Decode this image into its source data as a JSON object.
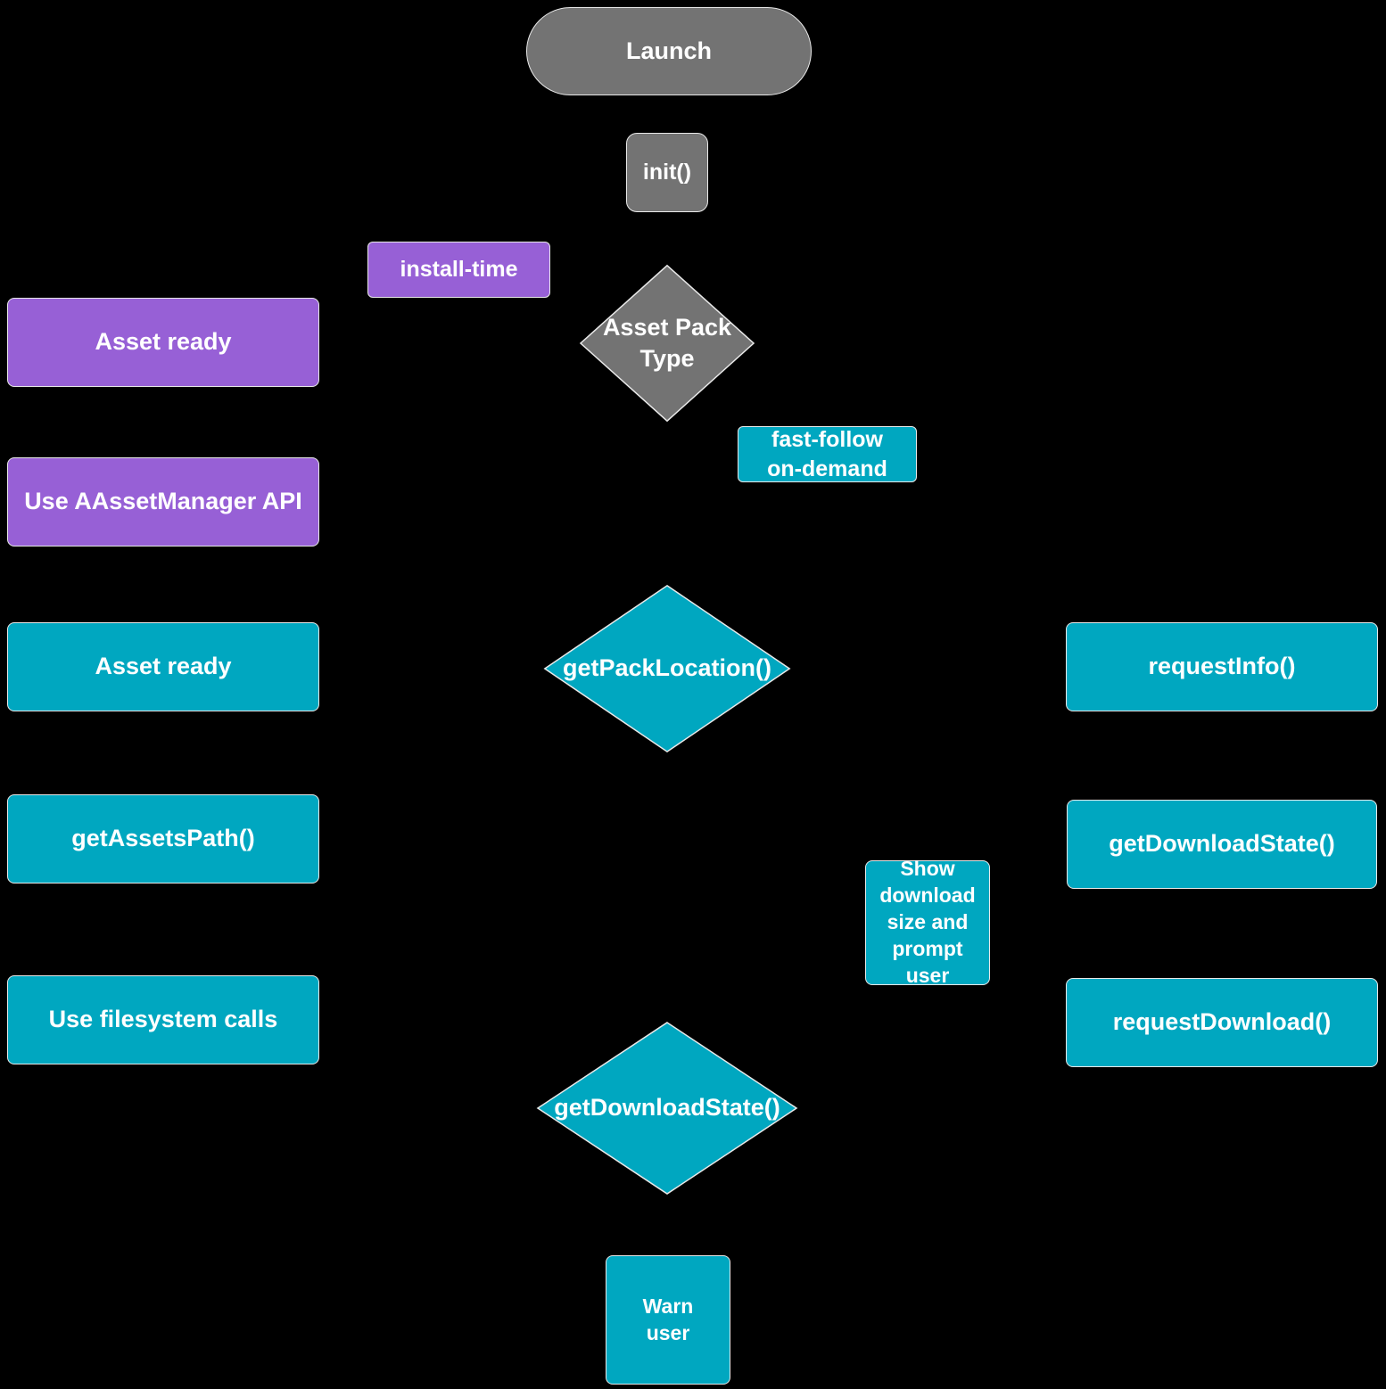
{
  "diagram": {
    "background": "#000000",
    "colors": {
      "gray": "#737373",
      "purple": "#9760d6",
      "teal": "#00a7c0",
      "text": "#ffffff"
    }
  },
  "nodes": {
    "launch": {
      "label": "Launch"
    },
    "init": {
      "label": "init()"
    },
    "install_time": {
      "label": "install-time"
    },
    "asset_ready_purple": {
      "label": "Asset ready"
    },
    "asset_pack_type": {
      "label": "Asset Pack\nType"
    },
    "fast_follow": {
      "label": "fast-follow\non-demand"
    },
    "use_aassetmanager": {
      "label": "Use AAssetManager API"
    },
    "asset_ready_teal": {
      "label": "Asset ready"
    },
    "get_pack_location": {
      "label": "getPackLocation()"
    },
    "request_info": {
      "label": "requestInfo()"
    },
    "get_assets_path": {
      "label": "getAssetsPath()"
    },
    "get_download_state": {
      "label": "getDownloadState()"
    },
    "show_download": {
      "label": "Show\ndownload\nsize and\nprompt\nuser"
    },
    "use_filesystem": {
      "label": "Use filesystem calls"
    },
    "request_download": {
      "label": "requestDownload()"
    },
    "get_download_state_decision": {
      "label": "getDownloadState()"
    },
    "warn_user": {
      "label": "Warn\nuser"
    }
  }
}
